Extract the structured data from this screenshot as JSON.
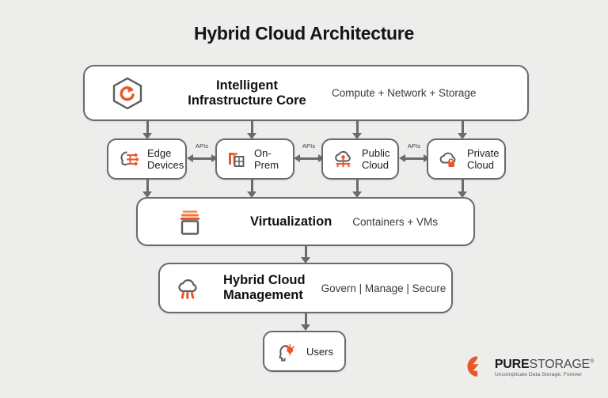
{
  "title": "Hybrid Cloud Architecture",
  "core": {
    "icon": "hexagon-pure-icon",
    "title": "Intelligent\nInfrastructure Core",
    "subtitle": "Compute + Network + Storage"
  },
  "layers": [
    {
      "icon": "edge-brain-icon",
      "label": "Edge\nDevices"
    },
    {
      "icon": "on-prem-building-icon",
      "label": "On-Prem"
    },
    {
      "icon": "public-cloud-icon",
      "label": "Public\nCloud"
    },
    {
      "icon": "private-cloud-lock-icon",
      "label": "Private\nCloud"
    }
  ],
  "connector_labels": [
    "APIs",
    "APIs",
    "APIs"
  ],
  "virtualization": {
    "icon": "container-stack-icon",
    "title": "Virtualization",
    "subtitle": "Containers + VMs"
  },
  "management": {
    "icon": "cloud-rain-icon",
    "title": "Hybrid Cloud\nManagement",
    "subtitle": "Govern | Manage | Secure"
  },
  "users": {
    "icon": "user-head-idea-icon",
    "label": "Users"
  },
  "logo": {
    "mark": "pure-storage-logo-icon",
    "word_bold": "PURE",
    "word_light": "STORAGE",
    "registered": "®",
    "tagline": "Uncomplicate Data Storage, Forever"
  },
  "colors": {
    "accent": "#e8562a",
    "stroke": "#6a6a6a",
    "background": "#ededec",
    "card": "#ffffff",
    "text": "#1d1d1d"
  }
}
